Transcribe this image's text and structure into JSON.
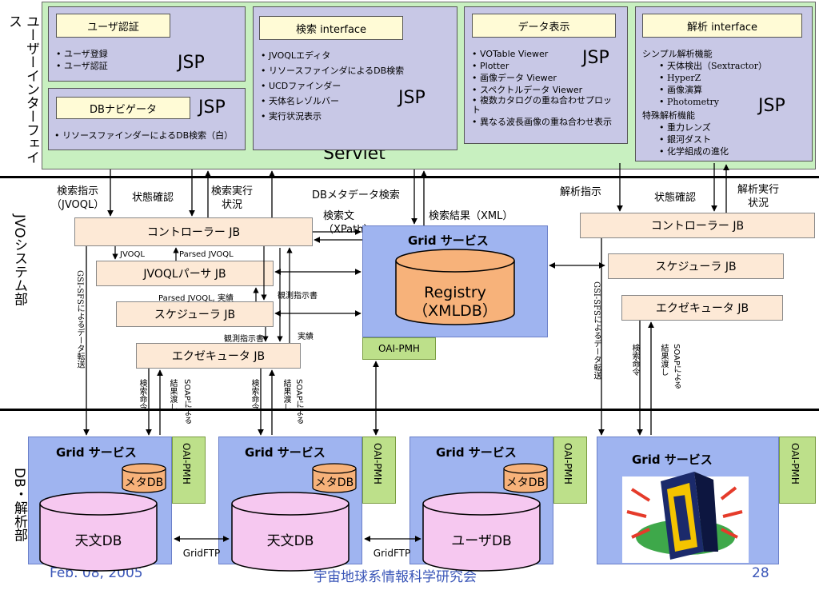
{
  "sections": {
    "ui": "ユーザーインターフェイス",
    "jvo": "JVOシステム部",
    "db": "DB・解析部"
  },
  "servlet": {
    "label": "Servlet",
    "jsp": "JSP",
    "user_auth": {
      "title": "ユーザ認証",
      "items": [
        "ユーザ登録",
        "ユーザ認証"
      ]
    },
    "db_nav": {
      "title": "DBナビゲータ",
      "items": [
        "リソースファインダーによるDB検索（白）"
      ]
    },
    "search": {
      "title": "検索 interface",
      "items": [
        "JVOQLエディタ",
        "リソースファインダによるDB検索",
        "UCDファインダー",
        "天体名レゾルバー",
        "実行状況表示"
      ]
    },
    "display": {
      "title": "データ表示",
      "items": [
        "VOTable Viewer",
        "Plotter",
        "画像データ Viewer",
        "スペクトルデータ Viewer",
        "複数カタログの重ね合わせプロット",
        "異なる波長画像の重ね合わせ表示"
      ]
    },
    "analysis": {
      "title": "解析 interface",
      "simple_head": "シンプル解析機能",
      "simple_items": [
        "天体検出（Sextractor）",
        "HyperZ",
        "画像演算",
        "Photometry"
      ],
      "special_head": "特殊解析機能",
      "special_items": [
        "重力レンズ",
        "銀河ダスト",
        "化学組成の進化"
      ]
    }
  },
  "flow_labels": {
    "search_cmd": "検索指示\n（JVOQL）",
    "status_check_left": "状態確認",
    "search_status": "検索実行\n状況",
    "db_meta_search": "DBメタデータ検索",
    "search_text": "検索文\n（XPath）",
    "search_result": "検索結果（XML）",
    "analysis_cmd": "解析指示",
    "status_check_right": "状態確認",
    "analysis_status": "解析実行\n状況"
  },
  "jvo": {
    "controller_left": "コントローラー JB",
    "parser": "JVOQLパーサ JB",
    "scheduler_left": "スケジューラ JB",
    "executor_left": "エクゼキュータ JB",
    "controller_right": "コントローラー JB",
    "scheduler_right": "スケジューラ JB",
    "executor_right": "エクゼキュータ JB",
    "tiny": {
      "jvoql": "JVOQL",
      "parsed_jvoql": "Parsed JVOQL",
      "parsed_jvoql_result": "Parsed JVOQL, 実績",
      "obs_instr_1": "観測指示書",
      "obs_instr_2": "観測指示書",
      "result": "実績"
    },
    "gsi_left": "GSI-SFSによるデータ転送",
    "gsi_right": "GSI-SFSによるデータ転送"
  },
  "registry": {
    "title": "Grid サービス",
    "db": "Registry\n（XMLDB）",
    "oai": "OAI-PMH"
  },
  "vertical_labels": {
    "search_cmd": "検索命令",
    "result_pass": "結果渡し",
    "soap": "SOAPによる"
  },
  "grid_services": [
    {
      "title": "Grid サービス",
      "meta": "メタDB",
      "db": "天文DB",
      "oai": "OAI-PMH"
    },
    {
      "title": "Grid サービス",
      "meta": "メタDB",
      "db": "天文DB",
      "oai": "OAI-PMH"
    },
    {
      "title": "Grid サービス",
      "meta": "メタDB",
      "db": "ユーザDB",
      "oai": "OAI-PMH"
    },
    {
      "title": "Grid サービス",
      "oai": "OAI-PMH",
      "icon": "server-computer-icon"
    }
  ],
  "gridftp": "GridFTP",
  "footer": {
    "date": "Feb. 08, 2005",
    "meeting": "宇宙地球系情報科学研究会",
    "page": "28"
  },
  "colors": {
    "servlet_bg": "#c8f0c0",
    "jsp_box_bg": "#c8c8e6",
    "grid_bg": "#9fb4f0",
    "registry_db": "#f7b27a",
    "astro_db": "#f6c8f0",
    "oai_bg": "#bde08a"
  }
}
